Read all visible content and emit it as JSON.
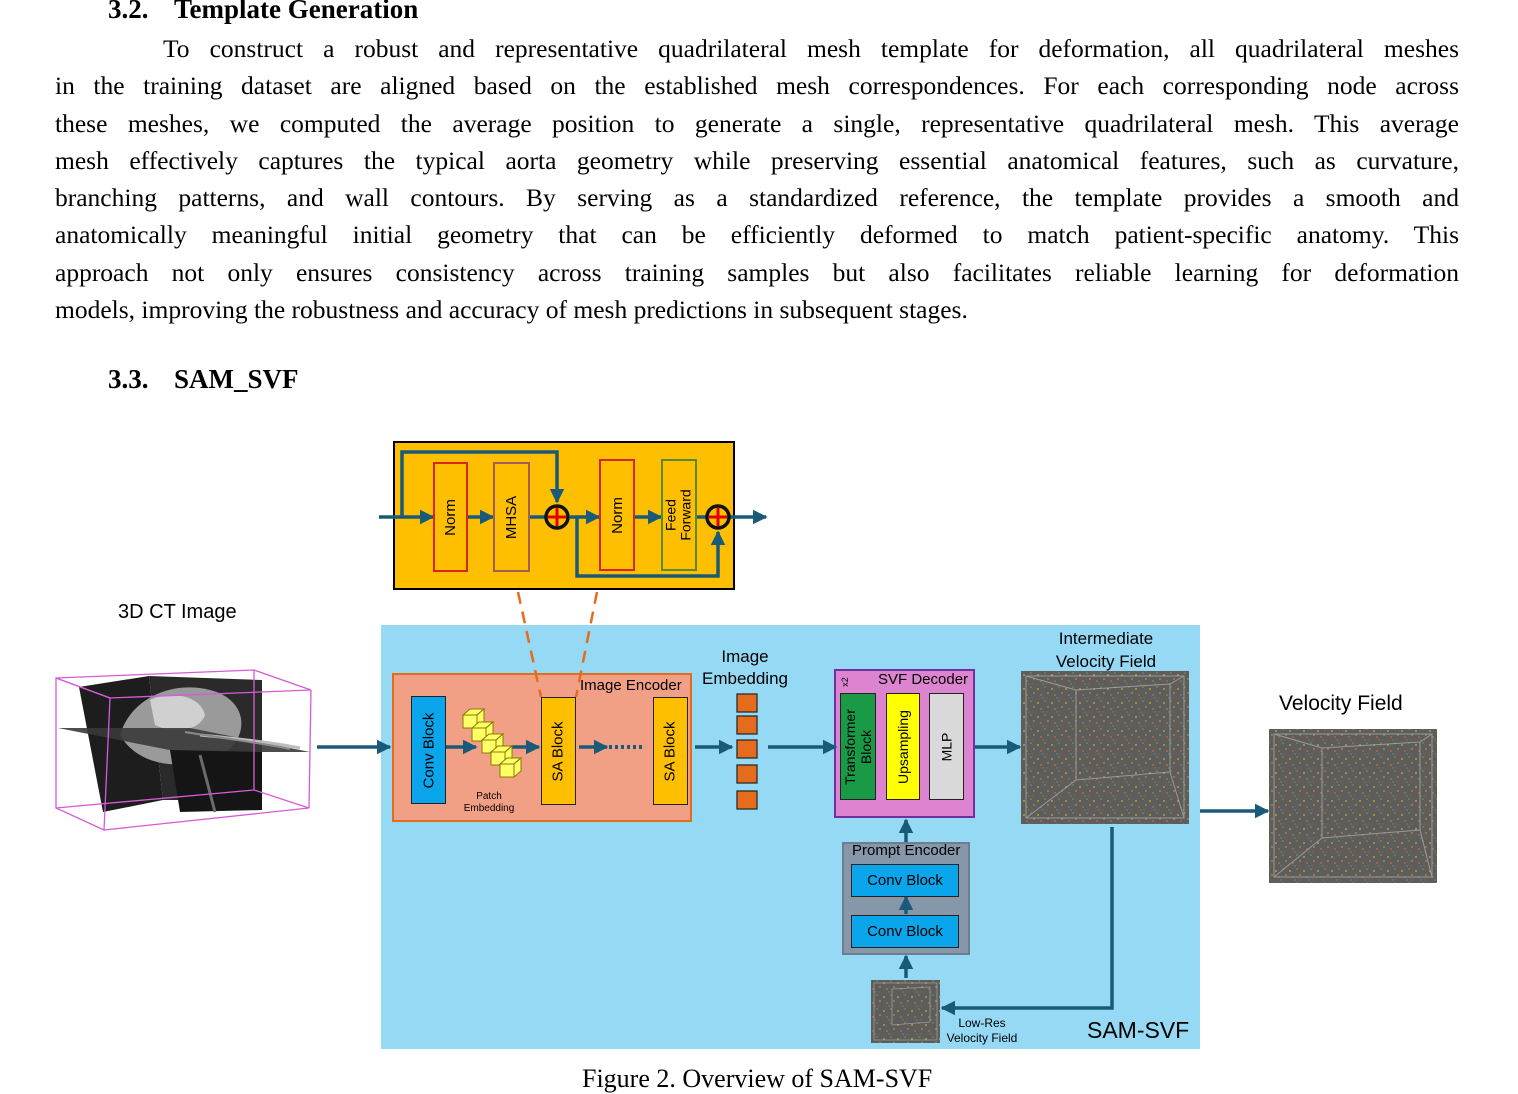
{
  "section_32": {
    "number": "3.2.",
    "title": "Template Generation",
    "lines": [
      "To construct a robust and representative quadrilateral mesh template for deformation, all quadrilateral meshes",
      "in the training dataset are aligned based on the established mesh correspondences. For each corresponding node across",
      "these meshes, we computed the average position to generate a single, representative quadrilateral mesh. This average",
      "mesh effectively captures the typical aorta geometry while preserving essential anatomical features, such as curvature,",
      "branching patterns, and wall contours. By serving as a standardized reference, the template provides a smooth and",
      "anatomically meaningful initial geometry that can be efficiently deformed to match patient-specific anatomy. This",
      "approach not only ensures consistency across training samples but also facilitates reliable learning for deformation",
      "models, improving the robustness and accuracy of mesh predictions in subsequent stages."
    ]
  },
  "section_33": {
    "number": "3.3.",
    "title": "SAM_SVF"
  },
  "figure": {
    "transformer_block": {
      "norm1": "Norm",
      "mhsa": "MHSA",
      "norm2": "Norm",
      "feed_forward_1": "Feed",
      "feed_forward_2": "Forward"
    },
    "ct_image_label": "3D CT Image",
    "image_encoder": {
      "title": "Image Encoder",
      "conv_block": "Conv Block",
      "patch_embedding_1": "Patch",
      "patch_embedding_2": "Embedding",
      "sa_block_1": "SA Block",
      "sa_block_2": "SA Block"
    },
    "image_embedding": {
      "line1": "Image",
      "line2": "Embedding"
    },
    "svf_decoder": {
      "title": "SVF Decoder",
      "x2": "x2",
      "transformer_block": "Transformer Block",
      "upsampling": "Upsampling",
      "mlp": "MLP"
    },
    "intermediate_velocity": {
      "line1": "Intermediate",
      "line2": "Velocity Field"
    },
    "velocity_field": "Velocity Field",
    "prompt_encoder": {
      "title": "Prompt Encoder",
      "conv_block_1": "Conv Block",
      "conv_block_2": "Conv Block"
    },
    "low_res": {
      "line1": "Low-Res",
      "line2": "Velocity Field"
    },
    "model_name": "SAM-SVF",
    "colors": {
      "panel": "#95d9f5",
      "transformer_bg": "#fdbf00",
      "encoder_bg": "#f2a085",
      "decoder_bg": "#dd84d0",
      "prompt_bg": "#8597a8",
      "conv_blue": "#0aa5ea",
      "arrow": "#1a5a79",
      "transformer_green": "#1a9a46",
      "upsampling_yellow": "#ffff00",
      "mlp_gray": "#d9d9d9",
      "embedding_orange": "#e46c1d"
    }
  },
  "caption": "Figure 2. Overview of SAM-SVF"
}
